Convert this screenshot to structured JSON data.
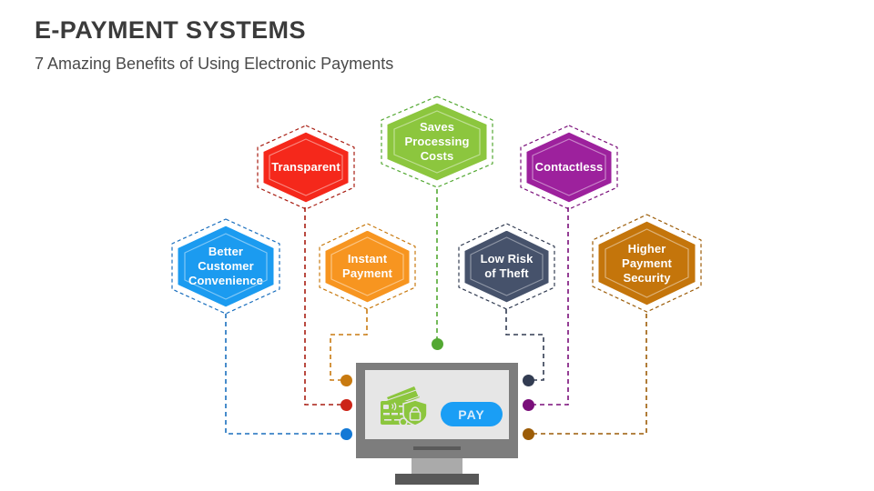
{
  "header": {
    "title": "E-PAYMENT SYSTEMS",
    "subtitle": "7 Amazing Benefits of Using Electronic Payments"
  },
  "benefits": [
    {
      "id": "saves-processing-costs",
      "label": "Saves\nProcessing\nCosts",
      "lines": [
        "Saves",
        "Processing",
        "Costs"
      ],
      "color": "#8cc63e",
      "dot_color": "#53a832",
      "row": "top"
    },
    {
      "id": "transparent",
      "label": "Transparent",
      "lines": [
        "Transparent"
      ],
      "color": "#f5281b",
      "dot_color": "#cc2418",
      "row": "top"
    },
    {
      "id": "contactless",
      "label": "Contactless",
      "lines": [
        "Contactless"
      ],
      "color": "#9d219d",
      "dot_color": "#7a0f7a",
      "row": "top"
    },
    {
      "id": "better-customer-convenience",
      "label": "Better\nCustomer\nConvenience",
      "lines": [
        "Better",
        "Customer",
        "Convenience"
      ],
      "color": "#1b9bf0",
      "dot_color": "#1379d6",
      "row": "bottom"
    },
    {
      "id": "instant-payment",
      "label": "Instant\nPayment",
      "lines": [
        "Instant",
        "Payment"
      ],
      "color": "#f79520",
      "dot_color": "#c87a10",
      "row": "bottom"
    },
    {
      "id": "low-risk-of-theft",
      "label": "Low Risk\nof Theft",
      "lines": [
        "Low Risk",
        "of Theft"
      ],
      "color": "#46526b",
      "dot_color": "#323c52",
      "row": "bottom"
    },
    {
      "id": "higher-payment-security",
      "label": "Higher\nPayment\nSecurity",
      "lines": [
        "Higher",
        "Payment",
        "Security"
      ],
      "color": "#c4750b",
      "dot_color": "#9c5c07",
      "row": "bottom"
    }
  ],
  "device": {
    "pay_button_label": "PAY",
    "pay_button_color": "#1a9ef5",
    "screen_color": "#e6e6e6",
    "frame_color": "#7d7d7d",
    "card_icon_color": "#8cc63e",
    "card_icon_name": "secure-credit-cards-icon"
  },
  "colors": {
    "title_text": "#3b3b3b",
    "subtitle_text": "#4a4a4a",
    "background": "#ffffff"
  }
}
